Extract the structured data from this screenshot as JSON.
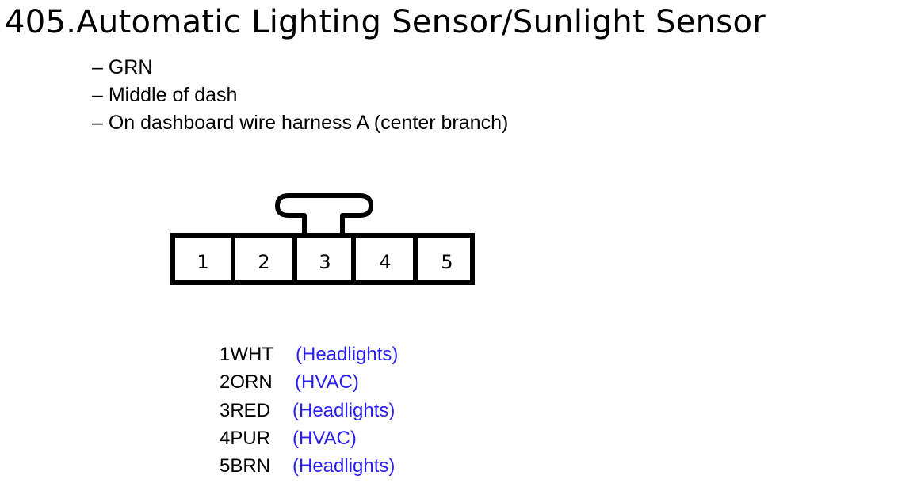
{
  "title": "405.Automatic Lighting Sensor/Sunlight Sensor",
  "details": [
    "– GRN",
    "– Middle of dash",
    "– On dashboard wire harness A (center branch)"
  ],
  "connector": {
    "pins": [
      "1",
      "2",
      "3",
      "4",
      "5"
    ]
  },
  "pinout": [
    {
      "code": "1WHT",
      "function": "(Headlights)"
    },
    {
      "code": "2ORN",
      "function": "(HVAC)"
    },
    {
      "code": "3RED",
      "function": "(Headlights)"
    },
    {
      "code": "4PUR",
      "function": "(HVAC)"
    },
    {
      "code": "5BRN",
      "function": "(Headlights)"
    }
  ],
  "colors": {
    "function_text": "#2b1ff0",
    "diagram_stroke": "#000000"
  }
}
